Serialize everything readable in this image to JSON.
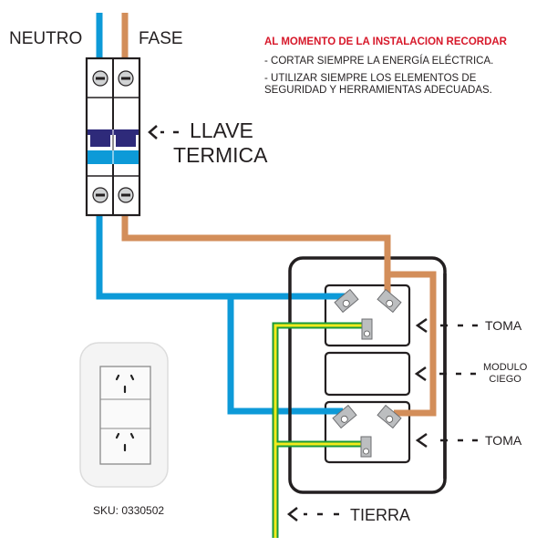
{
  "wires": {
    "neutral_label": "NEUTRO",
    "phase_label": "FASE",
    "neutral_color": "#0d9ad8",
    "phase_color": "#d38e5a",
    "ground_color_outer": "#1a9a3a",
    "ground_color_inner": "#f3ea1c"
  },
  "notice": {
    "title": "AL MOMENTO DE LA INSTALACION RECORDAR",
    "title_color": "#d7182a",
    "lines": [
      "- CORTAR SIEMPRE LA ENERGÍA ELÉCTRICA.",
      "- UTILIZAR SIEMPRE LOS ELEMENTOS DE",
      "SEGURIDAD Y HERRAMIENTAS ADECUADAS."
    ]
  },
  "breaker": {
    "label_line1": "LLAVE",
    "label_line2": "TERMICA",
    "pointer": "<- -",
    "handle_color": "#2e2a7a",
    "band_color": "#0d9ad8"
  },
  "modules": [
    {
      "label": "TOMA",
      "pointer": "- - -"
    },
    {
      "label_line1": "MODULO",
      "label_line2": "CIEGO",
      "pointer": "- - -"
    },
    {
      "label": "TOMA",
      "pointer": "- - -"
    }
  ],
  "ground": {
    "label": "TIERRA",
    "pointer": "<- - -"
  },
  "product": {
    "sku": "SKU: 0330502"
  }
}
